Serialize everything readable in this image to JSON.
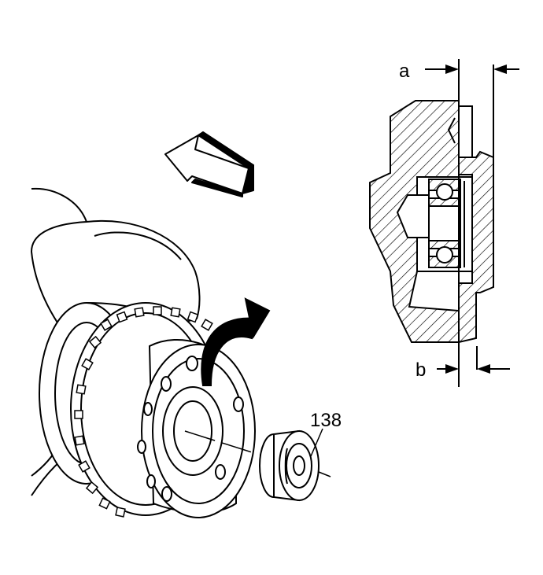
{
  "labels": {
    "dim_a": "a",
    "dim_b": "b",
    "part_number": "138"
  },
  "colors": {
    "line": "#000000",
    "background": "#ffffff"
  },
  "icons": {
    "direction_arrow": "hollow-left-arrow-icon",
    "rotation_arrow": "curved-arrow-icon"
  }
}
